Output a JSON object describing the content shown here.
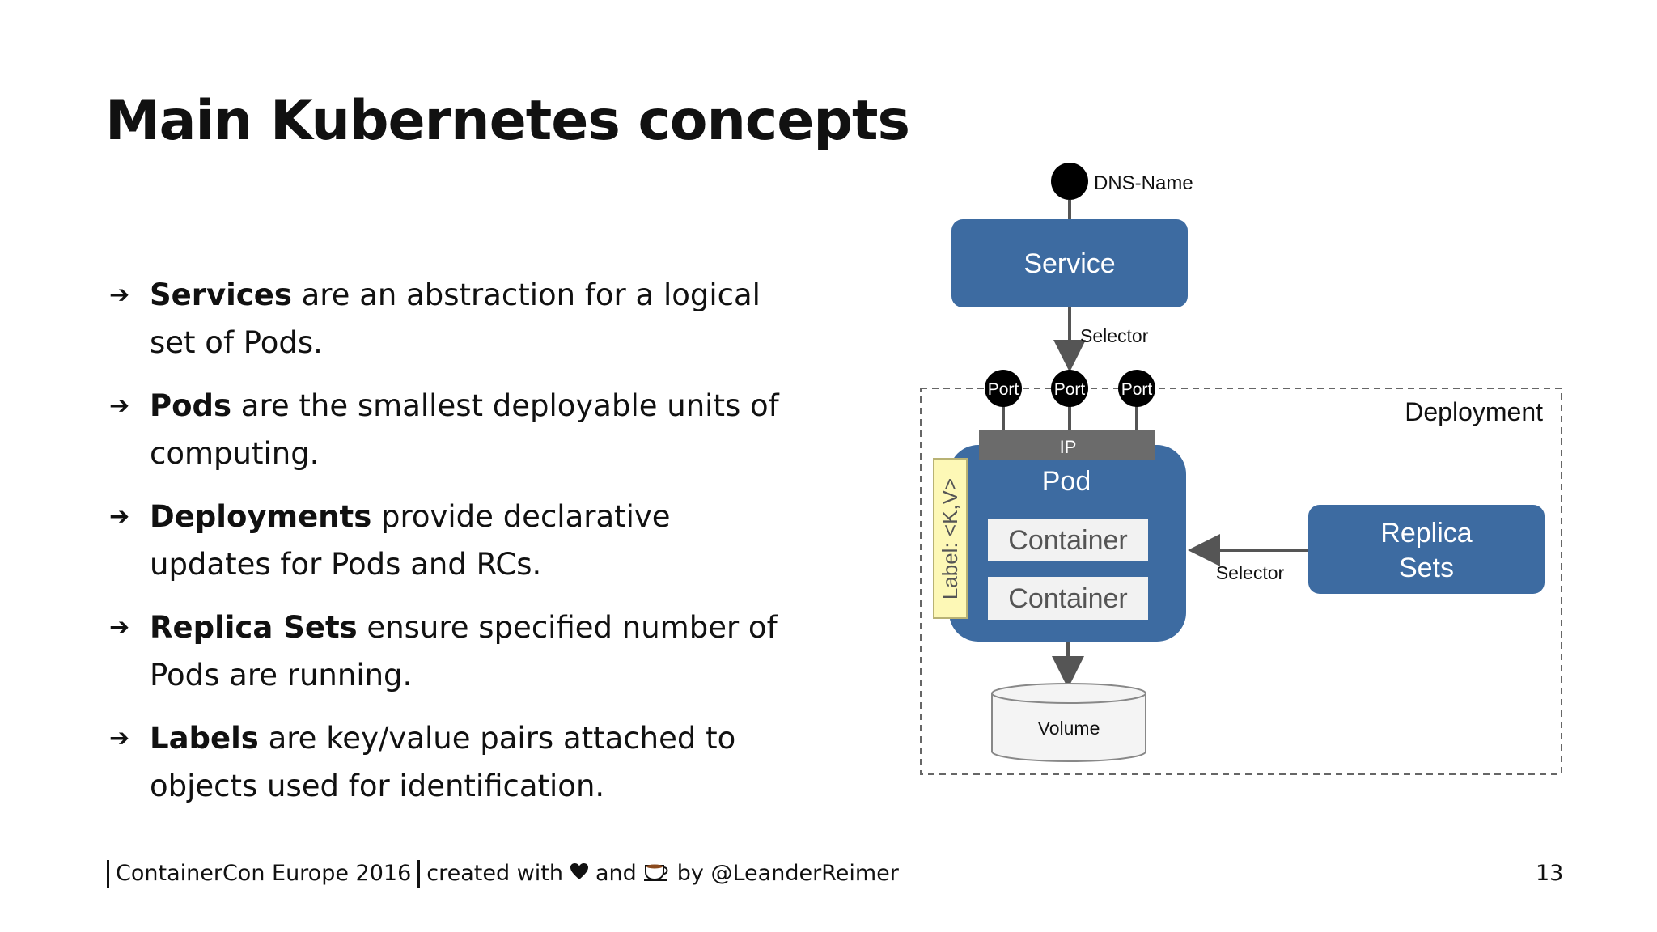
{
  "slide": {
    "title": "Main Kubernetes concepts",
    "bullets": [
      {
        "term": "Services",
        "rest": " are an abstraction for a logical set of Pods."
      },
      {
        "term": "Pods",
        "rest": " are the smallest deployable units of computing."
      },
      {
        "term": "Deployments",
        "rest": " provide declarative updates for Pods and RCs."
      },
      {
        "term": "Replica Sets",
        "rest": " ensure specified number of Pods are running."
      },
      {
        "term": "Labels",
        "rest": " are key/value pairs attached to objects used for identification."
      }
    ],
    "footer": {
      "conference": "ContainerCon Europe 2016",
      "created_with": "created with",
      "and": "and",
      "by": "by @LeanderReimer"
    },
    "page_number": "13"
  },
  "diagram": {
    "dns_name": "DNS-Name",
    "service": "Service",
    "selector_top": "Selector",
    "ports": [
      "Port",
      "Port",
      "Port"
    ],
    "deployment": "Deployment",
    "ip": "IP",
    "pod": "Pod",
    "label": "Label: <K,V>",
    "containers": [
      "Container",
      "Container"
    ],
    "selector_right": "Selector",
    "replica_sets": [
      "Replica",
      "Sets"
    ],
    "volume": "Volume"
  },
  "colors": {
    "blue": "#3d6ba1",
    "label_yellow": "#fdf8b6",
    "container_fill": "#f2f2f2",
    "ip_gray": "#6b6b6b",
    "volume_fill": "#f4f4f4"
  },
  "icons": {
    "bullet": "arrow-right-icon",
    "heart": "heart-icon",
    "coffee": "coffee-icon"
  }
}
